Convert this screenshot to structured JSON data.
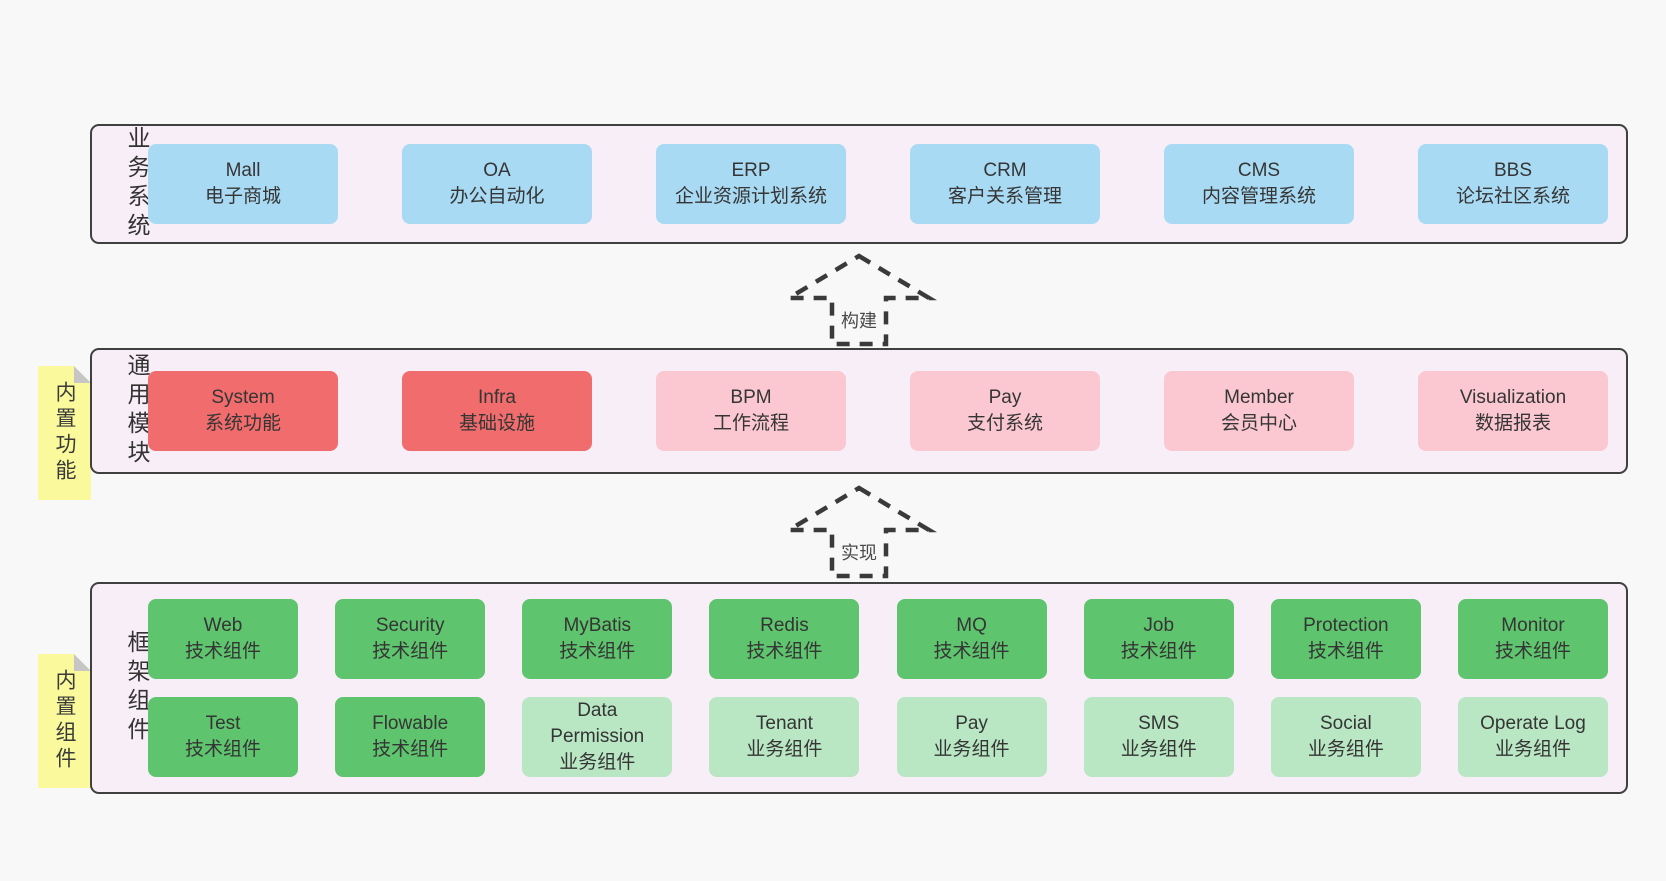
{
  "palette": {
    "page_background": "#f8f8f8",
    "layer_fill": "#f8eef7",
    "layer_border": "#404040",
    "box_blue": "#a9daf3",
    "box_red": "#f16c6c",
    "box_pink": "#fbc8d2",
    "box_green": "#5fc46e",
    "box_lightgreen": "#b9e6c3",
    "sticky_yellow": "#fafa9c",
    "sticky_fold_gray": "#c6c6c6",
    "arrow_dash": "#3a3a3a",
    "text_dark": "#353535"
  },
  "layers": [
    {
      "id": "business-systems",
      "label": "业务系统",
      "boxes": [
        {
          "title": "Mall",
          "subtitle": "电子商城",
          "variant": "blue"
        },
        {
          "title": "OA",
          "subtitle": "办公自动化",
          "variant": "blue"
        },
        {
          "title": "ERP",
          "subtitle": "企业资源计划系统",
          "variant": "blue"
        },
        {
          "title": "CRM",
          "subtitle": "客户关系管理",
          "variant": "blue"
        },
        {
          "title": "CMS",
          "subtitle": "内容管理系统",
          "variant": "blue"
        },
        {
          "title": "BBS",
          "subtitle": "论坛社区系统",
          "variant": "blue"
        }
      ]
    },
    {
      "id": "common-modules",
      "label": "通用模块",
      "tag": "内置功能",
      "boxes": [
        {
          "title": "System",
          "subtitle": "系统功能",
          "variant": "red"
        },
        {
          "title": "Infra",
          "subtitle": "基础设施",
          "variant": "red"
        },
        {
          "title": "BPM",
          "subtitle": "工作流程",
          "variant": "pink"
        },
        {
          "title": "Pay",
          "subtitle": "支付系统",
          "variant": "pink"
        },
        {
          "title": "Member",
          "subtitle": "会员中心",
          "variant": "pink"
        },
        {
          "title": "Visualization",
          "subtitle": "数据报表",
          "variant": "pink"
        }
      ]
    },
    {
      "id": "framework-components",
      "label": "框架组件",
      "tag": "内置组件",
      "rows": [
        [
          {
            "title": "Web",
            "subtitle": "技术组件",
            "variant": "green"
          },
          {
            "title": "Security",
            "subtitle": "技术组件",
            "variant": "green"
          },
          {
            "title": "MyBatis",
            "subtitle": "技术组件",
            "variant": "green"
          },
          {
            "title": "Redis",
            "subtitle": "技术组件",
            "variant": "green"
          },
          {
            "title": "MQ",
            "subtitle": "技术组件",
            "variant": "green"
          },
          {
            "title": "Job",
            "subtitle": "技术组件",
            "variant": "green"
          },
          {
            "title": "Protection",
            "subtitle": "技术组件",
            "variant": "green"
          },
          {
            "title": "Monitor",
            "subtitle": "技术组件",
            "variant": "green"
          }
        ],
        [
          {
            "title": "Test",
            "subtitle": "技术组件",
            "variant": "green"
          },
          {
            "title": "Flowable",
            "subtitle": "技术组件",
            "variant": "green"
          },
          {
            "title": "Data Permission",
            "subtitle": "业务组件",
            "variant": "lightgreen"
          },
          {
            "title": "Tenant",
            "subtitle": "业务组件",
            "variant": "lightgreen"
          },
          {
            "title": "Pay",
            "subtitle": "业务组件",
            "variant": "lightgreen"
          },
          {
            "title": "SMS",
            "subtitle": "业务组件",
            "variant": "lightgreen"
          },
          {
            "title": "Social",
            "subtitle": "业务组件",
            "variant": "lightgreen"
          },
          {
            "title": "Operate Log",
            "subtitle": "业务组件",
            "variant": "lightgreen"
          }
        ]
      ]
    }
  ],
  "arrows": [
    {
      "label": "构建"
    },
    {
      "label": "实现"
    }
  ]
}
